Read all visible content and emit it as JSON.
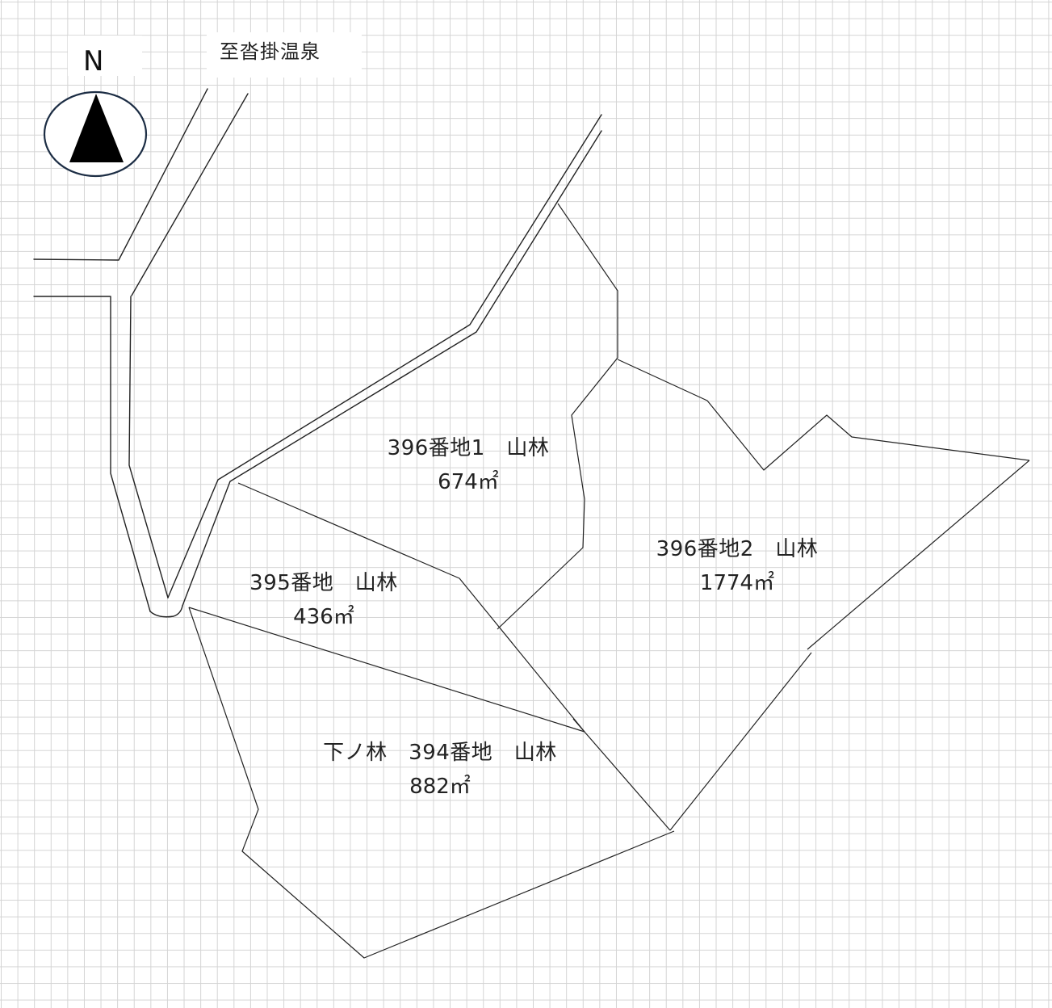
{
  "map": {
    "destination": "至沓掛温泉",
    "north": "N",
    "parcels": [
      {
        "name": "396番地1　山林",
        "area": "674㎡"
      },
      {
        "name": "396番地2　山林",
        "area": "1774㎡"
      },
      {
        "name": "395番地　山林",
        "area": "436㎡"
      },
      {
        "name": "下ノ林　394番地　山林",
        "area": "882㎡"
      }
    ]
  }
}
